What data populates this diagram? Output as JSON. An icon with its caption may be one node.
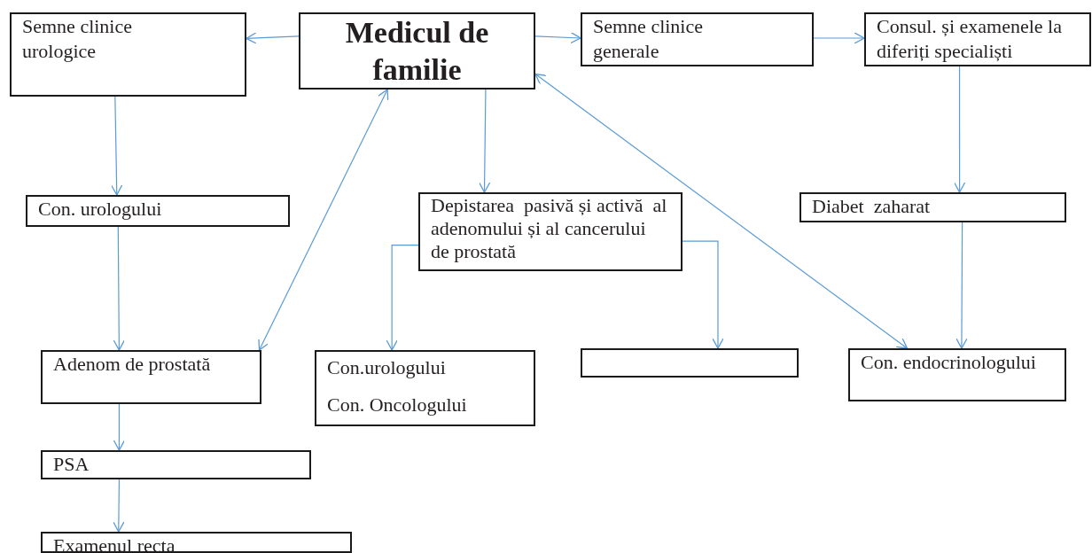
{
  "diagram": {
    "nodes": [
      {
        "text": [
          "Semne clinice urologice"
        ]
      },
      {
        "text": [
          "Medicul de familie"
        ]
      },
      {
        "text": [
          "Semne clinice generale"
        ]
      },
      {
        "text": [
          "Consul. și examenele la diferiți specialiști"
        ]
      },
      {
        "text": [
          "Con. urologului"
        ]
      },
      {
        "text": [
          "Depistarea  pasivă și activă  al adenomului și al cancerului  de prostată"
        ]
      },
      {
        "text": [
          "Diabet  zaharat"
        ]
      },
      {
        "text": [
          "Adenom de prostată"
        ]
      },
      {
        "text": [
          "Con.urologului",
          "Con. Oncologului"
        ]
      },
      {
        "text": [],
        "shape": "box"
      },
      {
        "text": [
          "Con. endocrinologului"
        ]
      },
      {
        "text": [
          "PSA"
        ]
      },
      {
        "text": [
          "Examenul recta"
        ]
      }
    ],
    "edges": [
      {
        "from": 1,
        "to": 0,
        "arrow": "to"
      },
      {
        "from": 1,
        "to": 2,
        "arrow": "to"
      },
      {
        "from": 2,
        "to": 3,
        "arrow": "to"
      },
      {
        "from": 0,
        "to": 4,
        "arrow": "to"
      },
      {
        "from": 1,
        "to": 5,
        "arrow": "to"
      },
      {
        "from": 3,
        "to": 6,
        "arrow": "to"
      },
      {
        "from": 4,
        "to": 7,
        "arrow": "to"
      },
      {
        "from": 7,
        "to": 1,
        "arrow": "both"
      },
      {
        "from": 5,
        "to": 8,
        "arrow": "to"
      },
      {
        "from": 5,
        "to": 9,
        "arrow": "to"
      },
      {
        "from": 1,
        "to": 10,
        "arrow": "both"
      },
      {
        "from": 6,
        "to": 10,
        "arrow": "to"
      },
      {
        "from": 7,
        "to": 11,
        "arrow": "to"
      },
      {
        "from": 11,
        "to": 12,
        "arrow": "to"
      }
    ]
  }
}
